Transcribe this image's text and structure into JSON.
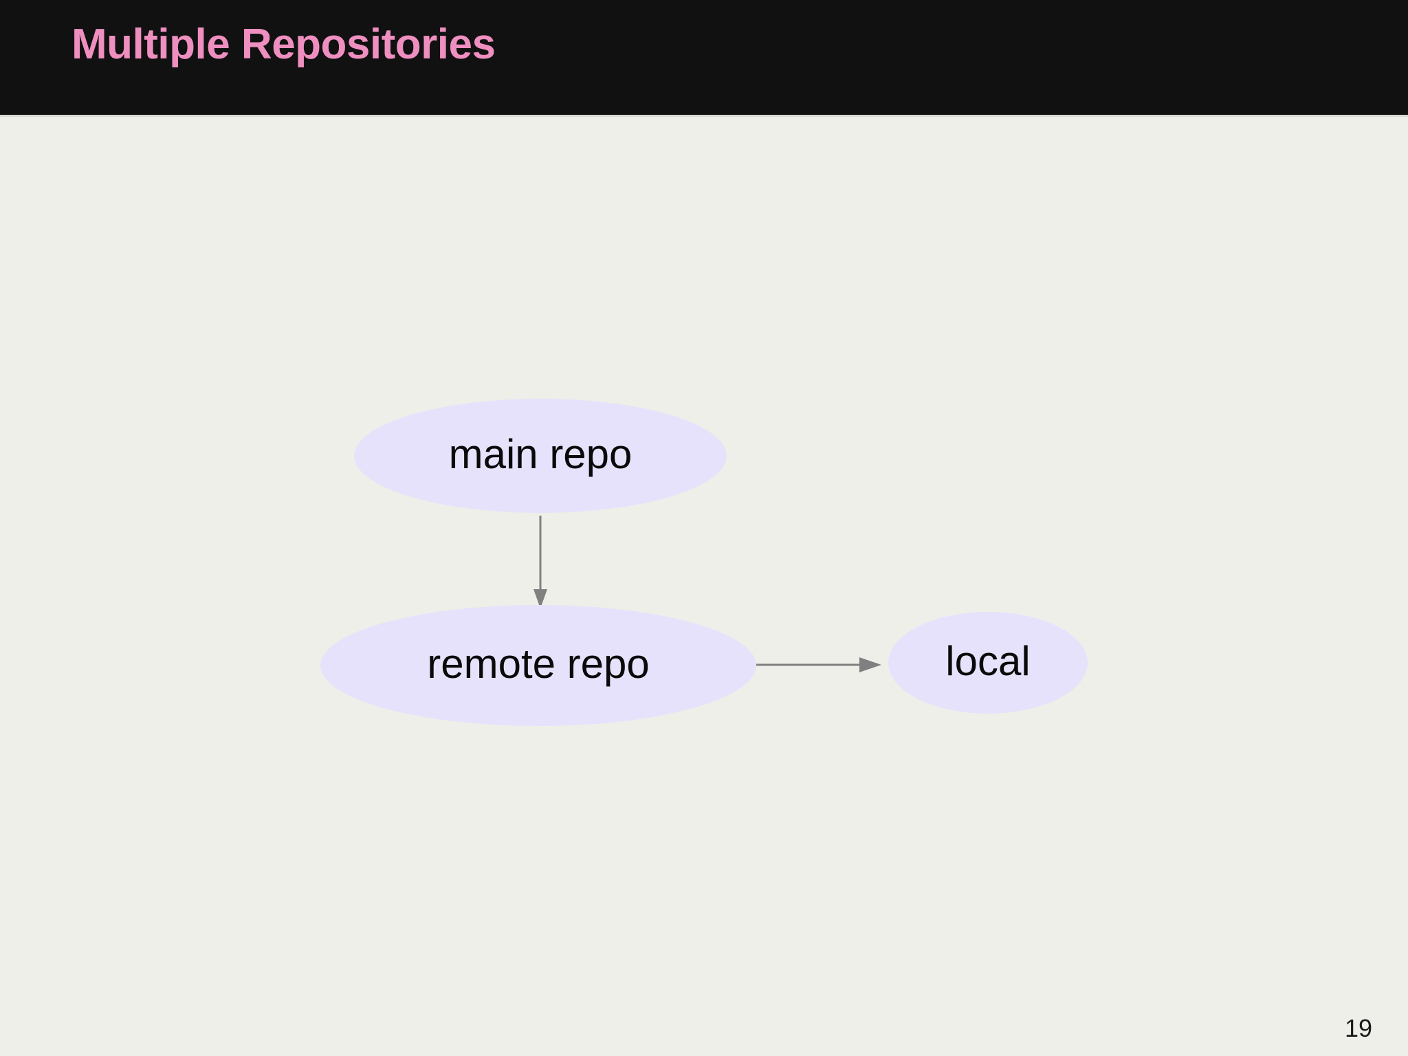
{
  "slide": {
    "title": "Multiple Repositories",
    "page_number": "19",
    "title_color": "#ee8fc0",
    "header_color": "#111111",
    "background_color": "#eeefe9"
  },
  "diagram": {
    "type": "node-edge-graph",
    "node_fill_color": "#e6e2fb",
    "node_text_color": "#0a0a0a",
    "edge_color": "#808080",
    "nodes": [
      {
        "id": "main-repo",
        "label": "main repo"
      },
      {
        "id": "remote-repo",
        "label": "remote repo"
      },
      {
        "id": "local",
        "label": "local"
      }
    ],
    "edges": [
      {
        "from": "main-repo",
        "to": "remote-repo",
        "direction": "down",
        "arrowhead": "filled-triangle"
      },
      {
        "from": "remote-repo",
        "to": "local",
        "direction": "right",
        "arrowhead": "filled-triangle"
      }
    ]
  }
}
